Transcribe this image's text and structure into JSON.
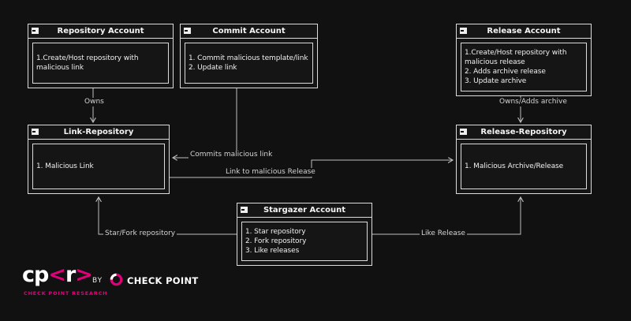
{
  "diagram": {
    "boxes": [
      {
        "title": "Repository Account",
        "items": [
          "1.Create/Host repository with malicious link"
        ]
      },
      {
        "title": "Commit Account",
        "items": [
          "1. Commit malicious template/link",
          "2. Update link"
        ]
      },
      {
        "title": "Release Account",
        "items": [
          "1.Create/Host repository with malicious release",
          "2. Adds archive release",
          "3. Update archive"
        ]
      },
      {
        "title": "Link-Repository",
        "items": [
          "1. Malicious Link"
        ]
      },
      {
        "title": "Release-Repository",
        "items": [
          "1. Malicious Archive/Release"
        ]
      },
      {
        "title": "Stargazer Account",
        "items": [
          "1. Star repository",
          "2. Fork repository",
          "3. Like releases"
        ]
      }
    ],
    "edges": [
      {
        "label": "Owns"
      },
      {
        "label": "Owns/Adds archive"
      },
      {
        "label": "Commits malicious link"
      },
      {
        "label": "Link to malicious Release"
      },
      {
        "label": "Star/Fork repository"
      },
      {
        "label": "Like Release"
      }
    ]
  },
  "branding": {
    "cpr": {
      "cp": "cp",
      "open": "<",
      "r": "r",
      "close": ">"
    },
    "cpr_subtitle": "CHECK POINT RESEARCH",
    "by": "BY",
    "checkpoint": "CHECK POINT"
  },
  "colors": {
    "background": "#111111",
    "box_border": "#dcdcdc",
    "line": "#bfbfbf",
    "accent_pink": "#e2007a"
  }
}
